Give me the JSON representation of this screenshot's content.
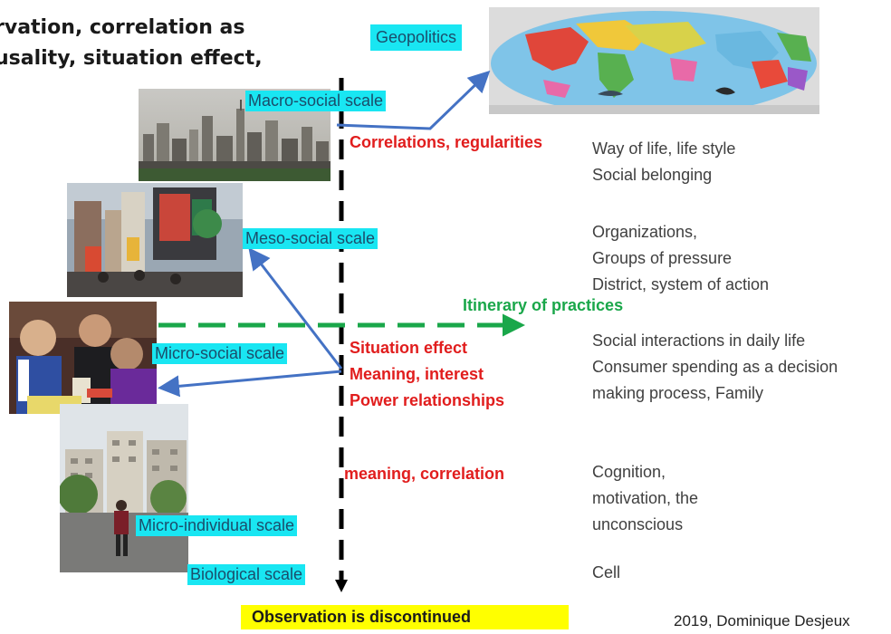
{
  "title": {
    "line1": "rvation, correlation as",
    "line2": "usality, situation effect,"
  },
  "scale_labels": {
    "geopolitics": "Geopolitics",
    "macro": "Macro-social scale",
    "meso": "Meso-social scale",
    "micro": "Micro-social scale",
    "micro_individual": "Micro-individual scale",
    "biological": "Biological scale"
  },
  "observations": {
    "correlations": "Correlations, regularities",
    "itinerary": "Itinerary of practices",
    "situation": [
      "Situation effect",
      "Meaning, interest",
      "Power relationships"
    ],
    "meaning": "meaning, correlation"
  },
  "descriptions": {
    "macro": [
      "Way of life, life style",
      "Social belonging"
    ],
    "meso": [
      "Organizations,",
      "Groups of pressure",
      "District, system of action"
    ],
    "micro": [
      "Social interactions in daily life",
      "Consumer spending as a decision",
      "making process, Family"
    ],
    "individual": [
      "Cognition,",
      "motivation, the",
      "unconscious"
    ],
    "biological": "Cell"
  },
  "banner": "Observation is discontinued",
  "credit": "2019, Dominique Desjeux",
  "colors": {
    "cyan_label": "#19e6f2",
    "red_text": "#e11d1d",
    "green_arrow": "#1aa74a",
    "blue_arrow": "#4472c4",
    "banner_yellow": "#ffff00"
  }
}
